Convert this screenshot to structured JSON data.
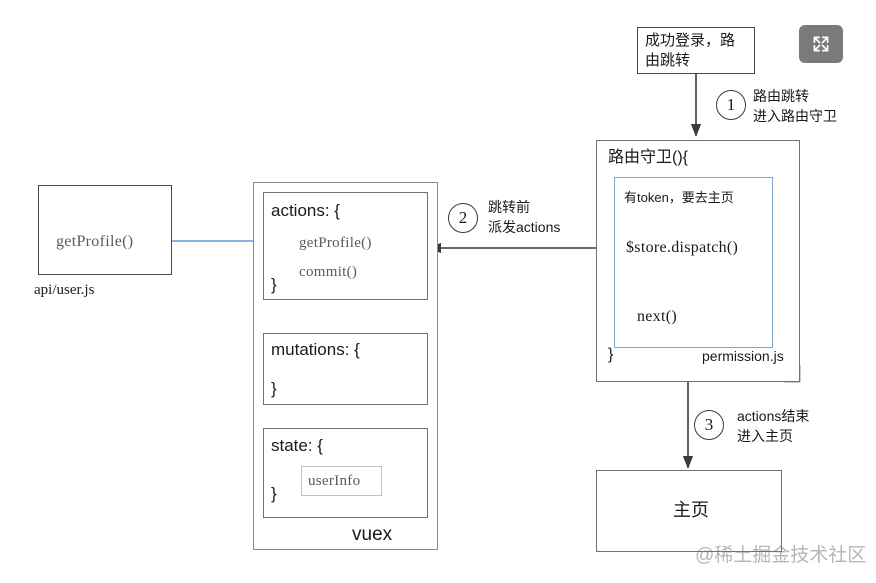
{
  "diagram": {
    "title_watermark": "@稀土掘金技术社区",
    "toolbar": {
      "fullscreen_label": "fullscreen-expand"
    },
    "nodes": {
      "login_box": {
        "line1": "成功登录，路",
        "line2": "由跳转"
      },
      "api_box": {
        "code": "getProfile()",
        "caption": "api/user.js"
      },
      "vuex": {
        "label": "vuex",
        "actions": {
          "header": "actions: {",
          "item1": "getProfile()",
          "item2": "commit()",
          "close": "}"
        },
        "mutations": {
          "header": "mutations: {",
          "close": "}"
        },
        "state": {
          "header": "state: {",
          "item": "userInfo",
          "close": "}"
        }
      },
      "guard": {
        "header": "路由守卫(){",
        "close": "}",
        "caption": "permission.js",
        "comment": "有token，要去主页",
        "dispatch": "$store.dispatch()",
        "next": "next()"
      },
      "home_box": {
        "label": "主页"
      }
    },
    "steps": [
      {
        "num": "1",
        "line1": "路由跳转",
        "line2": "进入路由守卫"
      },
      {
        "num": "2",
        "line1": "跳转前",
        "line2": "派发actions"
      },
      {
        "num": "3",
        "line1": "actions结束",
        "line2": "进入主页"
      }
    ],
    "colors": {
      "stroke_dark": "#4a4a4a",
      "stroke_mid": "#6f6f6f",
      "stroke_blue": "#7fa8d0",
      "arrow_blue": "#5b9bd5",
      "button_gray": "#7a7a7a"
    }
  }
}
